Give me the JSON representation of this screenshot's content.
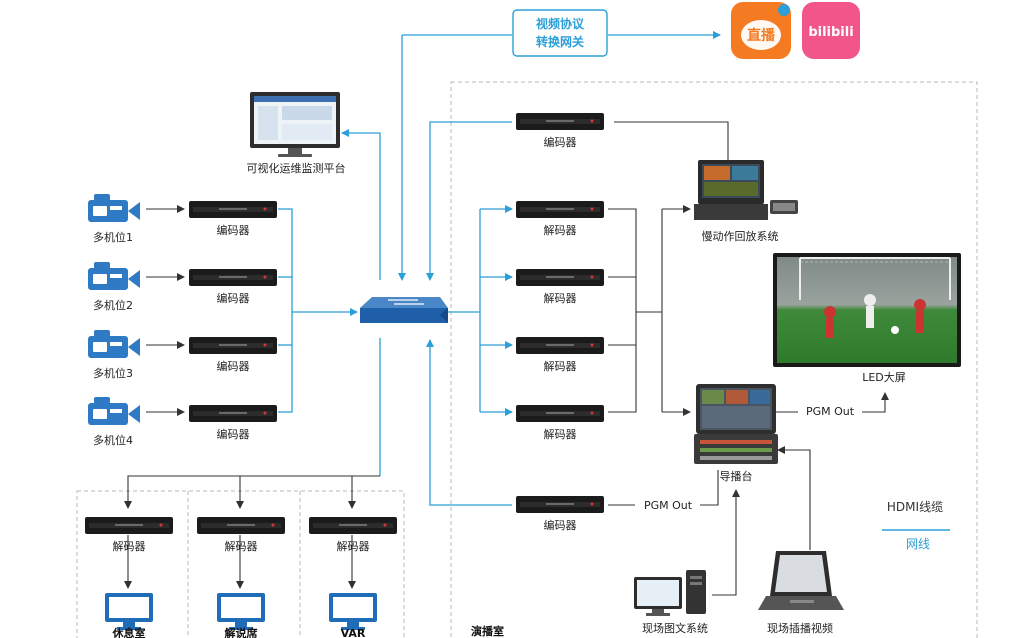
{
  "protocol_gateway": [
    "视频协议",
    "转换网关"
  ],
  "apps": [
    {
      "name": "直播",
      "icon": "zhibo-app-icon"
    },
    {
      "name": "bilibili",
      "icon": "bilibili-app-icon"
    }
  ],
  "monitor_platform": "可视化运维监测平台",
  "cameras": [
    "多机位1",
    "多机位2",
    "多机位3",
    "多机位4"
  ],
  "encoder": "编码器",
  "decoder": "解码器",
  "slow_motion": "慢动作回放系统",
  "led_screen": "LED大屏",
  "pgm_out": "PGM Out",
  "director": "导播台",
  "rooms": [
    "休息室",
    "解说席",
    "VAR"
  ],
  "broadcast_room": "演播室",
  "graphics_system": "现场图文系统",
  "insert_video": "现场插播视频",
  "legend": {
    "hdmi": "HDMI线缆",
    "network": "网线"
  },
  "colors": {
    "network": "#2b9fd6",
    "hdmi": "#333333"
  }
}
